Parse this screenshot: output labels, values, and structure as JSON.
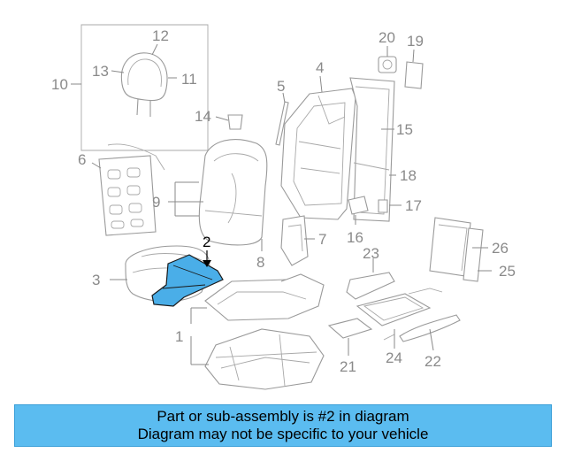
{
  "diagram": {
    "callouts": {
      "c1": "1",
      "c2": "2",
      "c3": "3",
      "c4": "4",
      "c5": "5",
      "c6": "6",
      "c7": "7",
      "c8": "8",
      "c9": "9",
      "c10": "10",
      "c11": "11",
      "c12": "12",
      "c13": "13",
      "c14": "14",
      "c15": "15",
      "c16": "16",
      "c17": "17",
      "c18": "18",
      "c19": "19",
      "c20": "20",
      "c21": "21",
      "c22": "22",
      "c23": "23",
      "c24": "24",
      "c25": "25",
      "c26": "26"
    },
    "highlight_callout": "2"
  },
  "banner": {
    "line1": "Part or sub-assembly is #2 in diagram",
    "line2": "Diagram may not be specific to your vehicle"
  },
  "colors": {
    "highlight_part": "#4aaee8",
    "banner_background": "#5bbcf0",
    "line_art": "#9a9a9a"
  }
}
